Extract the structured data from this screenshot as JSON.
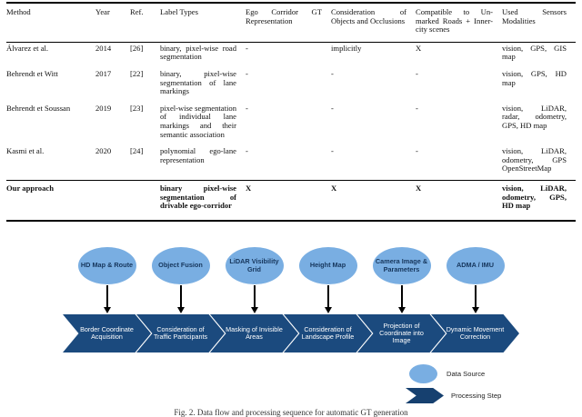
{
  "table": {
    "columns": [
      "Method",
      "Year",
      "Ref.",
      "Label Types",
      "Ego Corridor GT Representation",
      "Consideration of Objects and Occlusions",
      "Compatible to Un-marked Roads + Inner-city scenes",
      "Used Sensors Modalities"
    ],
    "rows": [
      {
        "method": "Álvarez et al.",
        "year": "2014",
        "ref": "[26]",
        "label_types": "binary, pixel-wise road segmentation",
        "ego_corridor_gt": "-",
        "consideration": "implicitly",
        "compatible": "X",
        "sensors": "vision, GPS, GIS map"
      },
      {
        "method": "Behrendt et Witt",
        "year": "2017",
        "ref": "[22]",
        "label_types": "binary, pixel-wise segmentation of lane markings",
        "ego_corridor_gt": "-",
        "consideration": "-",
        "compatible": "-",
        "sensors": "vision, GPS, HD map"
      },
      {
        "method": "Behrendt et Soussan",
        "year": "2019",
        "ref": "[23]",
        "label_types": "pixel-wise segmentation of individual lane markings and their semantic association",
        "ego_corridor_gt": "-",
        "consideration": "-",
        "compatible": "-",
        "sensors": "vision, LiDAR, radar, odometry, GPS, HD map"
      },
      {
        "method": "Kasmi et al.",
        "year": "2020",
        "ref": "[24]",
        "label_types": "polynomial ego-lane representation",
        "ego_corridor_gt": "-",
        "consideration": "-",
        "compatible": "-",
        "sensors": "vision, LiDAR, odometry, GPS OpenStreetMap"
      },
      {
        "method": "Our approach",
        "year": "",
        "ref": "",
        "label_types": "binary pixel-wise segmentation of drivable ego-corridor",
        "ego_corridor_gt": "X",
        "consideration": "X",
        "compatible": "X",
        "sensors": "vision, LiDAR, odometry, GPS, HD map"
      }
    ]
  },
  "diagram": {
    "steps": [
      {
        "source": "HD Map & Route",
        "process": "Border Coordinate Acquisition"
      },
      {
        "source": "Object Fusion",
        "process": "Consideration of Traffic Participants"
      },
      {
        "source": "LiDAR Visibility Grid",
        "process": "Masking of Invisible Areas"
      },
      {
        "source": "Height Map",
        "process": "Consideration of Landscape Profile"
      },
      {
        "source": "Camera Image & Parameters",
        "process": "Projection of Coordinate into Image"
      },
      {
        "source": "ADMA / IMU",
        "process": "Dynamic Movement Correction"
      }
    ],
    "legend": {
      "data_source": "Data Source",
      "processing_step": "Processing Step"
    },
    "colors": {
      "ellipse_fill": "#79AEE2",
      "ellipse_text": "#16365C",
      "chevron_fill": "#1B4A7E",
      "chevron_text": "#FFFFFF"
    }
  },
  "caption": "Fig. 2.  Data flow and processing sequence for automatic GT generation"
}
